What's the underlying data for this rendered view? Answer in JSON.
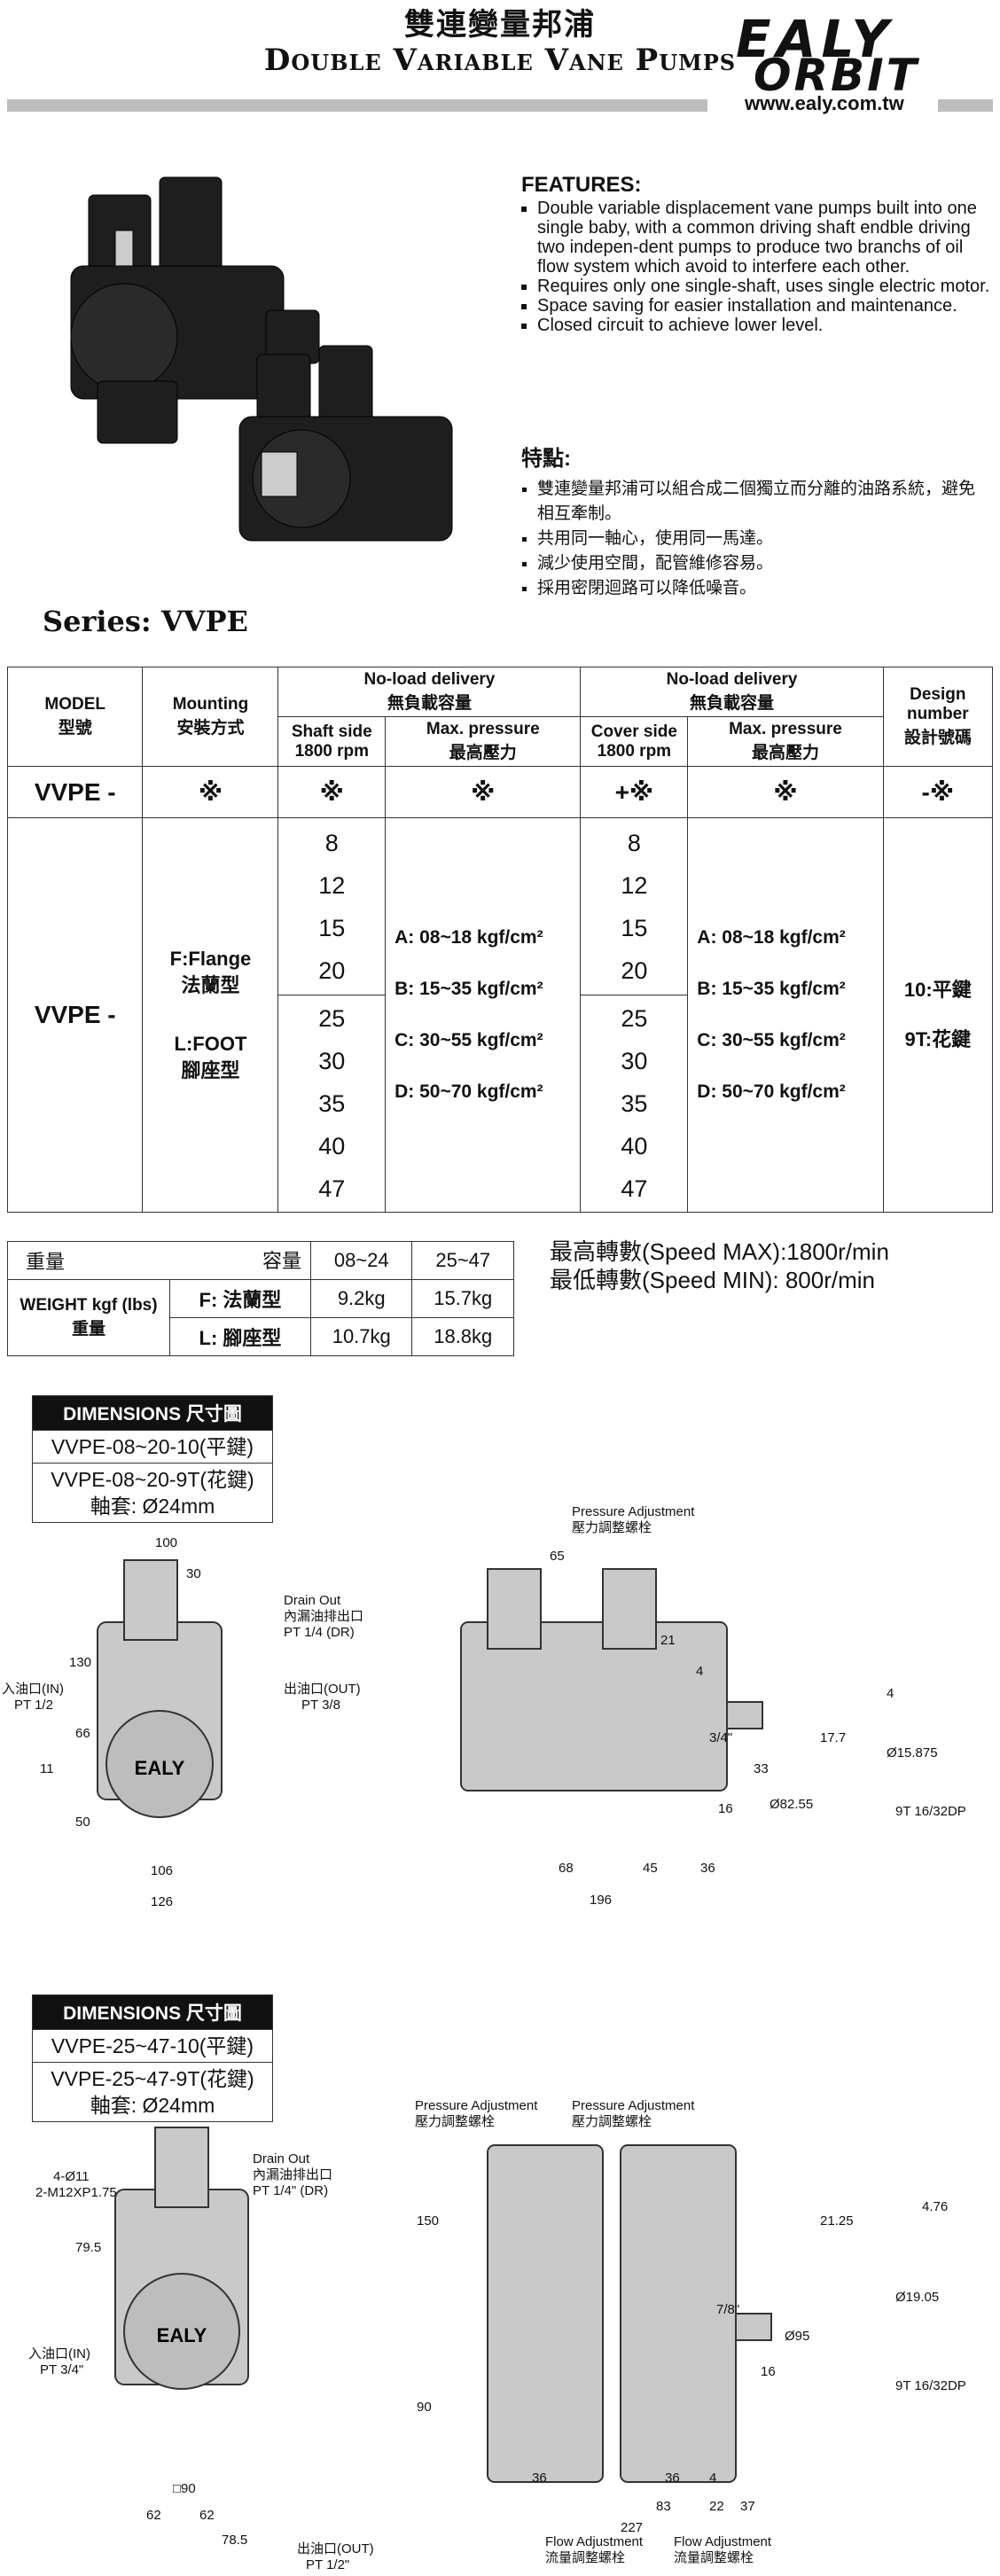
{
  "header": {
    "title_zh": "雙連變量邦浦",
    "title_en": "Double Variable Vane Pumps",
    "logo_line1": "EALY",
    "logo_line2": "ORBIT",
    "website": "www.ealy.com.tw"
  },
  "features": {
    "heading": "FEATURES:",
    "items": [
      "Double variable displacement vane pumps built into one single baby, with a common driving shaft endble driving two indepen-dent pumps to produce two branchs of oil flow system which avoid to interfere each other.",
      "Requires only one single-shaft, uses single electric motor.",
      "Space saving for easier installation and maintenance.",
      "Closed circuit to achieve lower level."
    ]
  },
  "features_zh": {
    "heading": "特點:",
    "items": [
      "雙連變量邦浦可以組合成二個獨立而分離的油路系統，避免相互牽制。",
      "共用同一軸心，使用同一馬達。",
      "減少使用空間，配管維修容易。",
      "採用密閉迴路可以降低噪音。"
    ]
  },
  "series": "Series: VVPE",
  "table": {
    "model": "MODEL",
    "model_zh": "型號",
    "mounting": "Mounting",
    "mounting_zh": "安裝方式",
    "noload1": "No-load delivery",
    "noload1_zh": "無負載容量",
    "shaft_side": "Shaft side",
    "rpm1": "1800 rpm",
    "maxp1": "Max. pressure",
    "maxp1_zh": "最高壓力",
    "noload2": "No-load delivery",
    "noload2_zh": "無負載容量",
    "cover_side": "Cover side",
    "rpm2": "1800 rpm",
    "maxp2": "Max. pressure",
    "maxp2_zh": "最高壓力",
    "design": "Design number",
    "design_zh": "設計號碼",
    "code_row": [
      "VVPE -",
      "※",
      "※",
      "※",
      "+※",
      "※",
      "-※"
    ],
    "model_value": "VVPE -",
    "mount_flange": "F:Flange",
    "mount_flange_zh": "法蘭型",
    "mount_foot": "L:FOOT",
    "mount_foot_zh": "腳座型",
    "shaft_sizes_top": [
      "8",
      "12",
      "15",
      "20"
    ],
    "shaft_sizes_bottom": [
      "25",
      "30",
      "35",
      "40",
      "47"
    ],
    "pressures": [
      "A: 08~18 kgf/cm²",
      "B: 15~35 kgf/cm²",
      "C: 30~55 kgf/cm²",
      "D: 50~70 kgf/cm²"
    ],
    "design_10": "10:平鍵",
    "design_9t": "9T:花鍵"
  },
  "weight": {
    "label_zh": "重量",
    "capacity_zh": "容量",
    "col1": "08~24",
    "col2": "25~47",
    "weight_label": "WEIGHT kgf (lbs)",
    "weight_label_zh": "重量",
    "f_label": "F: 法蘭型",
    "l_label": "L: 腳座型",
    "f_values": [
      "9.2kg",
      "15.7kg"
    ],
    "l_values": [
      "10.7kg",
      "18.8kg"
    ]
  },
  "speed": {
    "max": "最高轉數(Speed MAX):1800r/min",
    "min": "最低轉數(Speed MIN): 800r/min"
  },
  "dim1": {
    "head": "DIMENSIONS 尺寸圖",
    "model_a": "VVPE-08~20-10(平鍵)",
    "model_b": "VVPE-08~20-9T(花鍵)",
    "shaft": "軸套: Ø24mm",
    "drain_out": "Drain Out",
    "drain_zh": "內漏油排出口",
    "drain_size": "PT 1/4  (DR)",
    "inlet": "入油口(IN)",
    "inlet_size": "PT 1/2",
    "outlet": "出油口(OUT)",
    "outlet_size": "PT 3/8",
    "pressure_adj": "Pressure Adjustment",
    "pressure_adj_zh": "壓力調整螺栓",
    "brand": "EALY",
    "spline": "9T 16/32DP",
    "dims": [
      "100",
      "30",
      "130",
      "66",
      "11",
      "50",
      "106",
      "126",
      "65",
      "21",
      "4",
      "3/4\"",
      "33",
      "16",
      "Ø82.55",
      "68",
      "45",
      "36",
      "196",
      "17.7",
      "4",
      "Ø15.875"
    ]
  },
  "dim2": {
    "head": "DIMENSIONS 尺寸圖",
    "model_a": "VVPE-25~47-10(平鍵)",
    "model_b": "VVPE-25~47-9T(花鍵)",
    "shaft": "軸套: Ø24mm",
    "holes": "4-Ø11",
    "bolts": "2-M12XP1.75",
    "drain_out": "Drain Out",
    "drain_zh": "內漏油排出口",
    "drain_size": "PT 1/4\" (DR)",
    "inlet": "入油口(IN)",
    "inlet_size": "PT 3/4\"",
    "outlet": "出油口(OUT)",
    "outlet_size": "PT 1/2\"",
    "pressure_adj": "Pressure Adjustment",
    "pressure_adj_zh": "壓力調整螺栓",
    "flow_adj": "Flow Adjustment",
    "flow_adj_zh": "流量調整螺栓",
    "brand": "EALY",
    "spline": "9T 16/32DP",
    "dims": [
      "79.5",
      "150",
      "90",
      "□90",
      "62",
      "62",
      "78.5",
      "36",
      "36",
      "4",
      "83",
      "22",
      "37",
      "227",
      "7/8\"",
      "16",
      "Ø95",
      "21.25",
      "4.76",
      "Ø19.05"
    ]
  }
}
